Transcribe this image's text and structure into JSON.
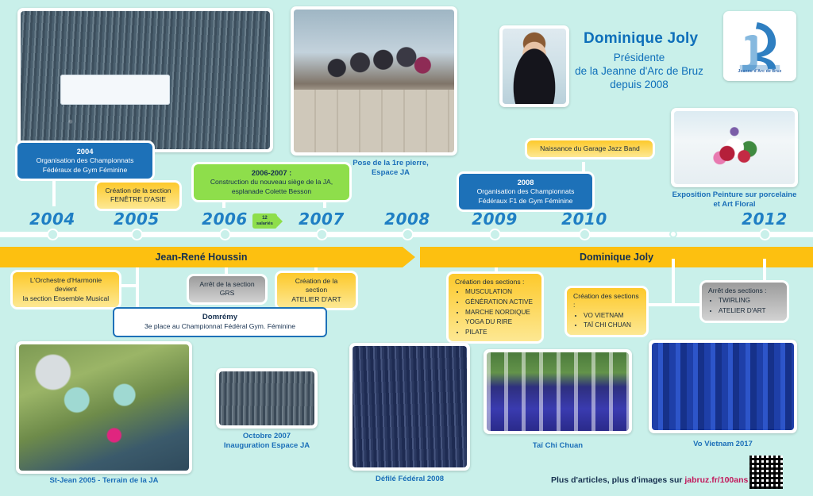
{
  "header": {
    "president_name": "Dominique Joly",
    "president_role_line1": "Présidente",
    "president_role_line2": "de la Jeanne d'Arc de Bruz",
    "president_role_line3": "depuis 2008",
    "logo_caption": "Jeanne d'Arc de Bruz",
    "portrait_alt": "portrait-dominique-joly"
  },
  "colors": {
    "background": "#c9f0ea",
    "blue": "#1d71b8",
    "green": "#8ede4b",
    "yellow": "#fdc010",
    "box_yellow_top": "#fdc92b",
    "box_yellow_bottom": "#fde893",
    "grey_top": "#9c9c9c",
    "grey_bottom": "#d2d2d2",
    "year_text": "#1f7fc4",
    "caption_text": "#1b6fb8",
    "url_pink": "#c2185b"
  },
  "timeline": {
    "years": [
      "2004",
      "2005",
      "2006",
      "2007",
      "2008",
      "2009",
      "2010",
      "2012"
    ],
    "salaries_tag": {
      "count": "12",
      "label": "salariés"
    }
  },
  "presidents": [
    {
      "name": "Jean-René Houssin"
    },
    {
      "name": "Dominique Joly"
    }
  ],
  "top_events": [
    {
      "id": "event-2004",
      "style": "blue",
      "title": "2004",
      "body": "Organisation des Championnats\nFédéraux de Gym Féminine"
    },
    {
      "id": "event-fenetre-asie",
      "style": "yellow",
      "title": "",
      "body": "Création de la section\nFENÊTRE D'ASIE"
    },
    {
      "id": "event-2006-2007",
      "style": "green",
      "title": "2006-2007 :",
      "body": "Construction du nouveau siège de la JA,\nesplanade Colette Besson"
    },
    {
      "id": "event-garage-jazz-band",
      "style": "yellow",
      "title": "",
      "body": "Naissance du Garage Jazz Band"
    },
    {
      "id": "event-2008",
      "style": "blue",
      "title": "2008",
      "body": "Organisation des Championnats\nFédéraux F1 de Gym Féminine"
    }
  ],
  "bottom_events": [
    {
      "id": "event-orchestre-harmonie",
      "style": "yellow",
      "body": "L'Orchestre d'Harmonie devient\nla section Ensemble Musical"
    },
    {
      "id": "event-arret-grs",
      "style": "grey",
      "body": "Arrêt de la section\nGRS"
    },
    {
      "id": "event-creation-atelier-art",
      "style": "yellow",
      "body": "Création de la section\nATELIER D'ART"
    },
    {
      "id": "event-domremy",
      "style": "white-outline",
      "title": "Domrémy",
      "body": "3e place au Championnat Fédéral Gym. Féminine"
    },
    {
      "id": "event-creations-2009",
      "style": "yellow",
      "heading": "Création des sections :",
      "items": [
        "MUSCULATION",
        "GÉNÉRATION ACTIVE",
        "MARCHE NORDIQUE",
        "YOGA DU RIRE",
        "PILATE"
      ]
    },
    {
      "id": "event-creations-2010",
      "style": "yellow",
      "heading": "Création des sections :",
      "items": [
        "VO VIETNAM",
        "TAÏ CHI CHUAN"
      ]
    },
    {
      "id": "event-arrets-2012",
      "style": "grey",
      "heading": "Arrêt des sections :",
      "items": [
        "TWIRLING",
        "ATELIER D'ART"
      ]
    }
  ],
  "photos": [
    {
      "id": "photo-groupe-2004",
      "caption": ""
    },
    {
      "id": "photo-premiere-pierre",
      "caption": "Pose de la 1re pierre,\nEspace JA"
    },
    {
      "id": "photo-expo-peinture",
      "caption": "Exposition Peinture sur porcelaine\net Art Floral"
    },
    {
      "id": "photo-st-jean",
      "caption": "St-Jean 2005 - Terrain de la JA"
    },
    {
      "id": "photo-inauguration",
      "caption": "Octobre 2007\nInauguration Espace JA"
    },
    {
      "id": "photo-defile",
      "caption": "Défilé Fédéral 2008"
    },
    {
      "id": "photo-tai-chi",
      "caption": "Taï Chi Chuan"
    },
    {
      "id": "photo-vo-vietnam",
      "caption": "Vo Vietnam 2017"
    }
  ],
  "footer": {
    "text_before": "Plus d'articles, plus d'images sur ",
    "url": "jabruz.fr/100ans",
    "qr_alt": "qr-code"
  }
}
